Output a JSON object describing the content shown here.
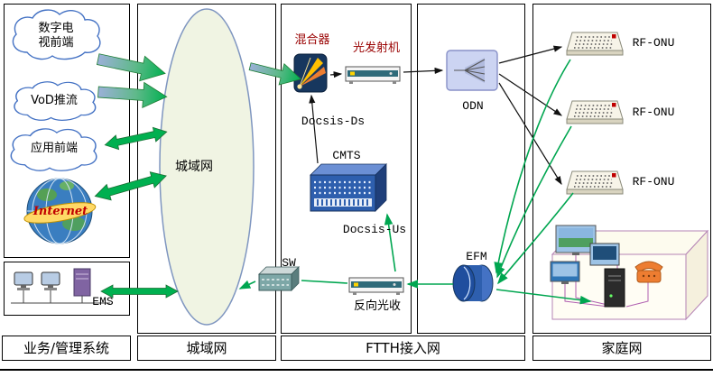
{
  "footer": {
    "business": "业务/管理系统",
    "metro": "城域网",
    "ftth": "FTTH接入网",
    "home": "家庭网"
  },
  "business": {
    "clouds": [
      {
        "label": "数字电\n视前端"
      },
      {
        "label": "VoD推流"
      },
      {
        "label": "应用前端"
      }
    ],
    "internet_label": "Internet",
    "ems_label": "EMS"
  },
  "metro": {
    "cloud_label": "城域网"
  },
  "ftth": {
    "mixer_label": "混合器",
    "optical_tx_label": "光发射机",
    "docsis_ds_label": "Docsis-Ds",
    "cmts_label": "CMTS",
    "docsis_us_label": "Docsis-Us",
    "sw_label": "SW",
    "reverse_rx_label": "反向光收",
    "odn_label": "ODN",
    "efm_label": "EFM"
  },
  "home": {
    "onu_labels": [
      "RF-ONU",
      "RF-ONU",
      "RF-ONU"
    ]
  },
  "colors": {
    "link_green": "#00a650",
    "arrow_green": "#00b050",
    "device_blue": "#2e5fae",
    "label_red": "#990000",
    "metro_fill": "#f0f4e3",
    "cloud_border": "#4472c4"
  }
}
